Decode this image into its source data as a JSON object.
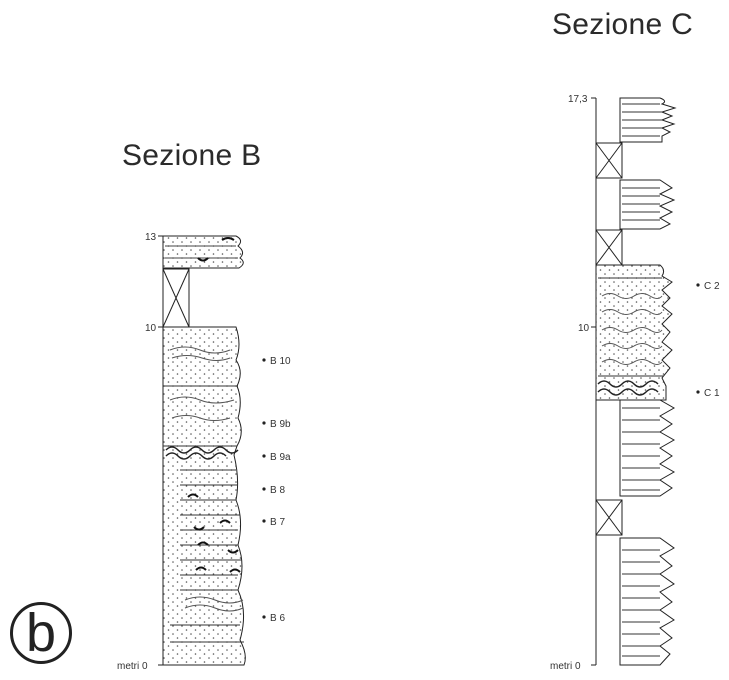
{
  "figure": {
    "panel_label": "b",
    "sections": [
      {
        "title": "Sezione B",
        "axis": {
          "top_label": "13",
          "mid_label": "10",
          "base_label": "metri 0",
          "top_value": 13
        },
        "samples": [
          {
            "label": "B 10",
            "height_m": 8.9
          },
          {
            "label": "B 9b",
            "height_m": 7.3
          },
          {
            "label": "B 9a",
            "height_m": 6.5
          },
          {
            "label": "B 8",
            "height_m": 5.7
          },
          {
            "label": "B 7",
            "height_m": 4.9
          },
          {
            "label": "B 6",
            "height_m": 1.5
          }
        ]
      },
      {
        "title": "Sezione C",
        "axis": {
          "top_label": "17,3",
          "mid_label": "10",
          "base_label": "metri 0",
          "top_value": 17.3
        },
        "samples": [
          {
            "label": "C 2",
            "height_m": 11.0
          },
          {
            "label": "C 1",
            "height_m": 8.7
          }
        ]
      }
    ]
  }
}
